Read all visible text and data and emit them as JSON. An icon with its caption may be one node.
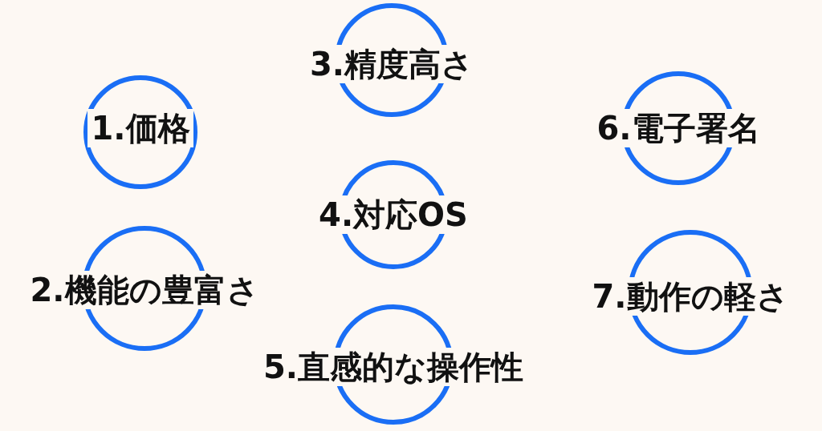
{
  "diagram": {
    "nodes": [
      {
        "text": [
          "1.価格"
        ]
      },
      {
        "text": [
          "2.機能の豊富さ"
        ]
      },
      {
        "text": [
          "3.精度高さ"
        ]
      },
      {
        "text": [
          "4.対応OS"
        ]
      },
      {
        "text": [
          "5.直感的な操作性"
        ]
      },
      {
        "text": [
          "6.電子署名"
        ]
      },
      {
        "text": [
          "7.動作の軽さ"
        ]
      }
    ],
    "edges": []
  }
}
